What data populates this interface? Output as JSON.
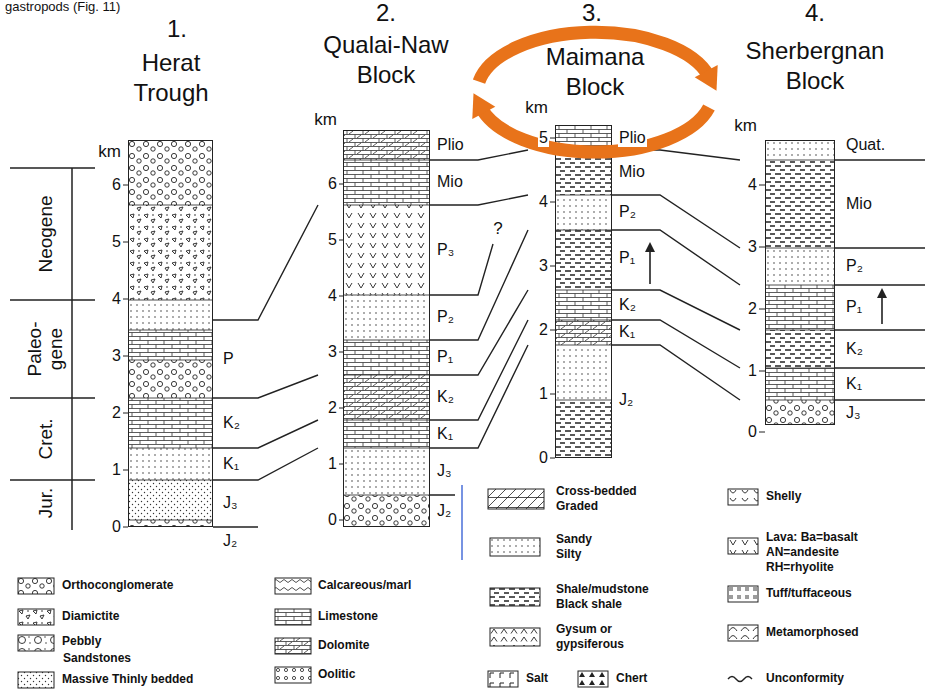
{
  "diagram": {
    "nodes": [
      {
        "text": [
          "1.",
          "Herat Trough"
        ]
      },
      {
        "text": [
          "2.",
          "Qualai-Naw Block"
        ]
      },
      {
        "text": [
          "3.",
          "Maimana Block"
        ]
      },
      {
        "text": [
          "4.",
          "Sherbergnan Block"
        ]
      }
    ],
    "labels": [
      "gastropods (Fig. 11)",
      "Neogene",
      "Paleo- gene",
      "Cret.",
      "Jur.",
      "km",
      "6",
      "5",
      "4",
      "3",
      "2",
      "1",
      "0",
      "P",
      "K₂",
      "K₁",
      "J₃",
      "J₂",
      "km",
      "6",
      "5",
      "4",
      "3",
      "2",
      "1",
      "0",
      "Plio",
      "Mio",
      "P₃",
      "P₂",
      "P₁",
      "K₂",
      "K₁",
      "J₃",
      "J₂",
      "?",
      "km",
      "5",
      "4",
      "3",
      "2",
      "1",
      "0",
      "Plio",
      "Mio",
      "P₂",
      "P₁",
      "K₂",
      "K₁",
      "J₂",
      "km",
      "4",
      "3",
      "2",
      "1",
      "0",
      "Quat.",
      "Mio",
      "P₂",
      "P₁",
      "K₂",
      "K₁",
      "J₃",
      "Sandstones"
    ],
    "legend": [
      {
        "text": "Orthoconglomerate"
      },
      {
        "text": "Diamictite"
      },
      {
        "text": "Pebbly"
      },
      {
        "text": "Massive Thinly bedded"
      },
      {
        "text": "Calcareous/marl"
      },
      {
        "text": "Limestone"
      },
      {
        "text": "Dolomite"
      },
      {
        "text": "Oolitic"
      },
      {
        "text": "Cross-bedded Graded"
      },
      {
        "text": "Sandy Silty"
      },
      {
        "text": "Shale/mudstone Black shale"
      },
      {
        "text": "Gysum or gypsiferous"
      },
      {
        "text": "Salt"
      },
      {
        "text": "Chert"
      },
      {
        "text": "Shelly"
      },
      {
        "text": "Lava: Ba=basalt AN=andesite RH=rhyolite"
      },
      {
        "text": "Tuff/tuffaceous"
      },
      {
        "text": "Metamorphosed"
      },
      {
        "text": "Unconformity"
      }
    ]
  }
}
